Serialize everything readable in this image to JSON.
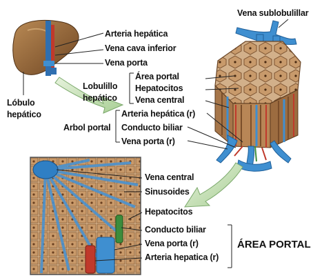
{
  "labels": {
    "vena_sublobulillar": "Vena sublobulillar",
    "arteria_hepatica": "Arteria hepática",
    "vena_cava_inferior": "Vena cava inferior",
    "vena_porta": "Vena porta",
    "lobulo_hepatico_1": "Lóbulo",
    "lobulo_hepatico_2": "hepático",
    "lobulillo_1": "Lobulillo",
    "lobulillo_2": "hepático",
    "area_portal": "Área portal",
    "hepatocitos": "Hepatocitos",
    "vena_central": "Vena central",
    "arbol_portal": "Arbol portal",
    "arteria_hepatica_r": "Arteria hepática (r)",
    "conducto_biliar": "Conducto biliar",
    "vena_porta_r": "Vena porta (r)",
    "inset_vena_central": "Vena central",
    "inset_sinusoides": "Sinusoides",
    "inset_hepatocitos": "Hepatocitos",
    "inset_conducto_biliar": "Conducto biliar",
    "inset_vena_porta_r": "Vena porta (r)",
    "inset_arteria_hepatica_r": "Arteria hepatica (r)",
    "area_portal_title": "ÁREA PORTAL"
  },
  "colors": {
    "liver": "#9a6a3c",
    "vein_blue": "#3f8fd0",
    "artery_red": "#c0392b",
    "bile_green": "#3c8c3c",
    "tissue": "#c9a278",
    "arrow_green": "#b9d9a8"
  }
}
